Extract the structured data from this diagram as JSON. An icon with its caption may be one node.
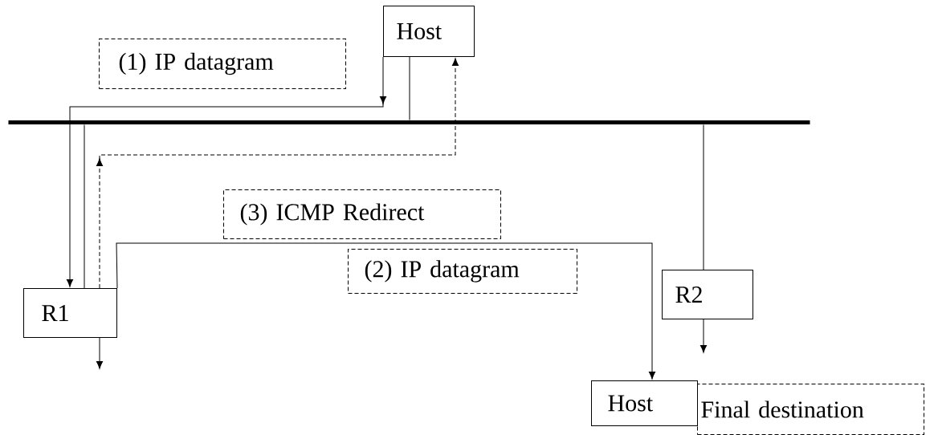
{
  "diagram": {
    "nodes": [
      {
        "text": [
          "Host"
        ]
      },
      {
        "text": [
          "(1) IP datagram"
        ]
      },
      {
        "text": [],
        "shape": "bar"
      },
      {
        "text": [
          "(3) ICMP Redirect"
        ]
      },
      {
        "text": [
          "(2) IP datagram"
        ]
      },
      {
        "text": [
          "R1"
        ]
      },
      {
        "text": [
          "R2"
        ]
      },
      {
        "text": [
          "Host"
        ]
      },
      {
        "text": [
          "Final destination"
        ]
      }
    ],
    "edges": [
      {
        "from": 0,
        "to": 2,
        "arrow": "none"
      },
      {
        "from": 0,
        "to": 5,
        "arrow": "to"
      },
      {
        "from": 2,
        "to": 5,
        "arrow": "none"
      },
      {
        "from": 5,
        "to": 0,
        "arrow": "to",
        "style": "dashed"
      },
      {
        "from": 5,
        "to": 7,
        "arrow": "to"
      },
      {
        "from": 2,
        "to": 6,
        "arrow": "none"
      },
      {
        "from": 5,
        "to": null,
        "arrow": "to"
      },
      {
        "from": 6,
        "to": null,
        "arrow": "to"
      }
    ]
  }
}
